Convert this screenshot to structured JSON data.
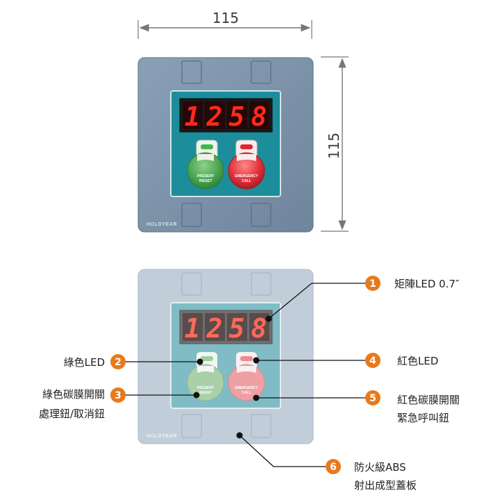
{
  "dimensions": {
    "width_label": "115",
    "height_label": "115"
  },
  "panel": {
    "brand": "HOLDYEAR",
    "display_digits": [
      "1",
      "2",
      "5",
      "8"
    ],
    "green_button": {
      "line1": "PRESENT",
      "line2": "/RESET"
    },
    "red_button": {
      "line1": "EMERGENCY",
      "line2": "CALL"
    }
  },
  "callouts": [
    {
      "num": "1",
      "lines": [
        "矩陣LED 0.7″"
      ]
    },
    {
      "num": "2",
      "lines": [
        "綠色LED"
      ]
    },
    {
      "num": "3",
      "lines": [
        "綠色碳膜開關",
        "處理鈕/取消鈕"
      ]
    },
    {
      "num": "4",
      "lines": [
        "紅色LED"
      ]
    },
    {
      "num": "5",
      "lines": [
        "紅色碳膜開關",
        "緊急呼叫鈕"
      ]
    },
    {
      "num": "6",
      "lines": [
        "防火級ABS",
        "射出成型蓋板"
      ]
    }
  ],
  "colors": {
    "badge": "#e8791c",
    "panel": "#7f95ab",
    "panel_faded": "#c3cedb",
    "window": "#1d8f9e",
    "green": "#3f9b4b",
    "red": "#d7262e"
  }
}
